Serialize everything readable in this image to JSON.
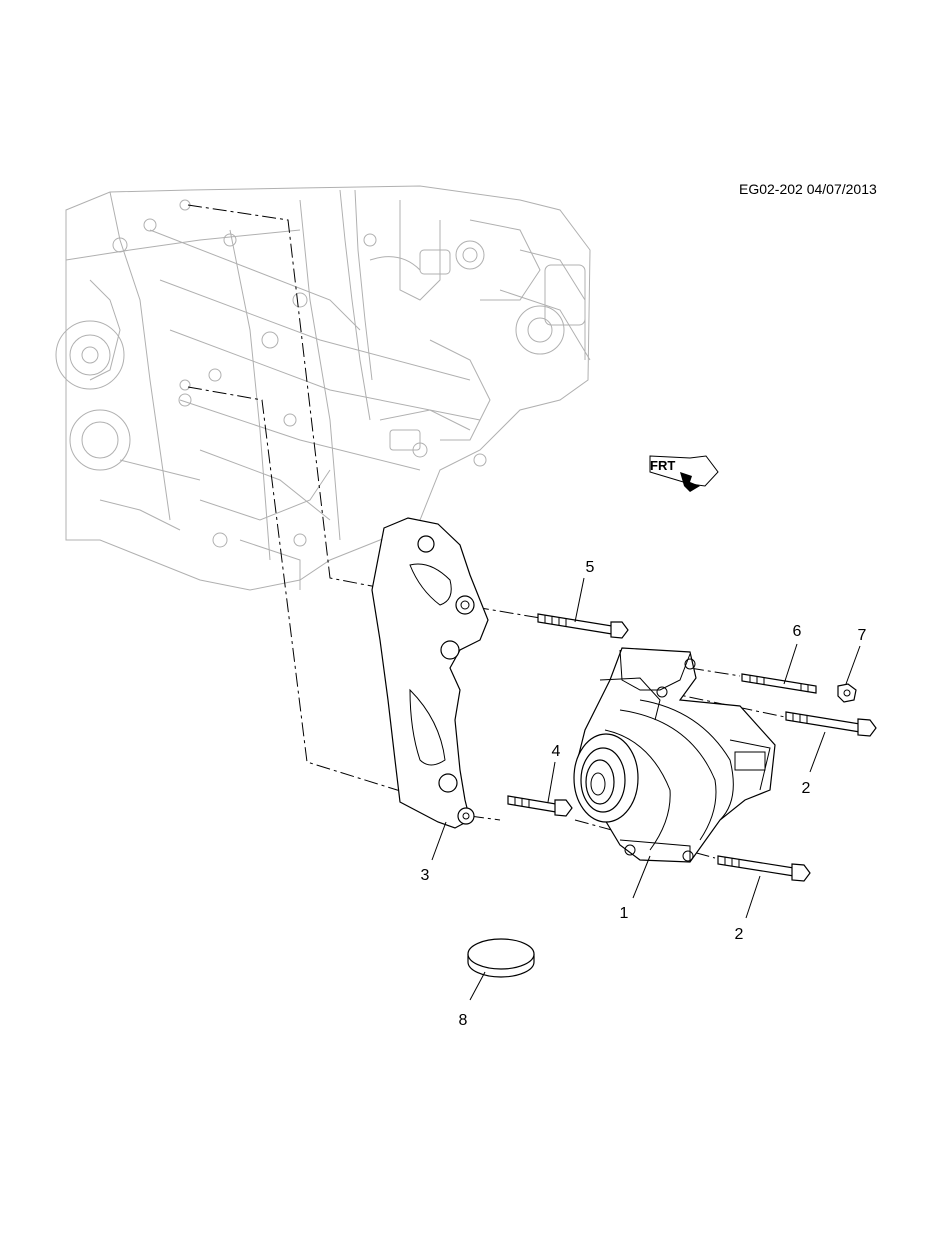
{
  "diagram": {
    "drawing_code": "EG02-202 04/07/2013",
    "direction_label": "FRT",
    "callouts": [
      "1",
      "2",
      "2",
      "3",
      "4",
      "5",
      "6",
      "7",
      "8"
    ]
  }
}
